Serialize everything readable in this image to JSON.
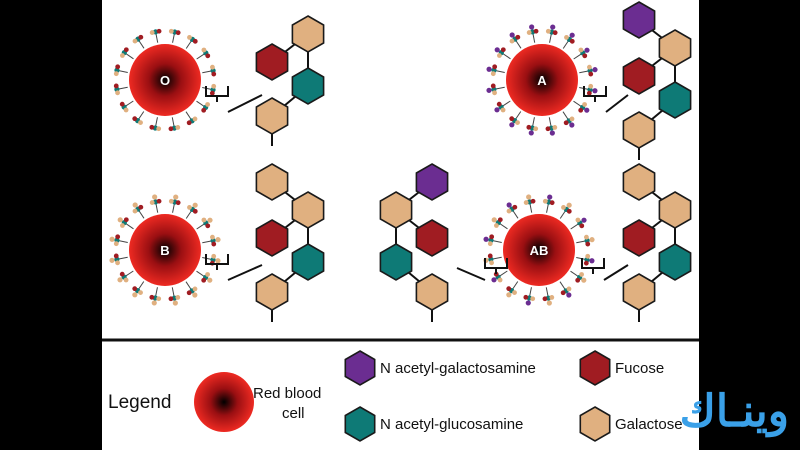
{
  "cells": [
    {
      "id": "o",
      "label": "O",
      "antigen_tip": "none"
    },
    {
      "id": "a",
      "label": "A",
      "antigen_tip": "n-acetyl-galactosamine"
    },
    {
      "id": "b",
      "label": "B",
      "antigen_tip": "galactose"
    },
    {
      "id": "ab",
      "label": "AB",
      "antigen_tip": "both"
    }
  ],
  "legend": {
    "title": "Legend",
    "rbc_label": "Red blood cell",
    "items": [
      {
        "id": "n-acetyl-galactosamine",
        "label": "N acetyl-galactosamine",
        "color": "#6b2d91"
      },
      {
        "id": "fucose",
        "label": "Fucose",
        "color": "#a01c22"
      },
      {
        "id": "n-acetyl-glucosamine",
        "label": "N acetyl-glucosamine",
        "color": "#0e7a76"
      },
      {
        "id": "galactose",
        "label": "Galactose",
        "color": "#e0b080"
      }
    ]
  },
  "watermark": {
    "text": "وينـاك"
  },
  "colors": {
    "hex_stroke": "#1a1a1a",
    "rbc_core": "#000000",
    "rbc_edge": "#e02020"
  }
}
